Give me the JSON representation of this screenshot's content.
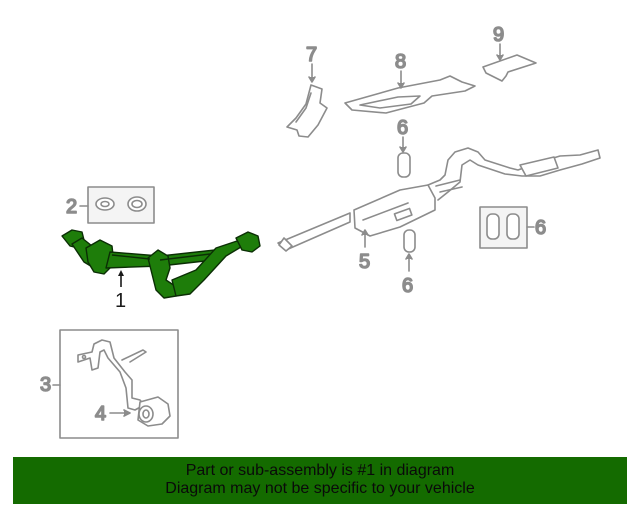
{
  "diagram": {
    "callouts": [
      {
        "id": "1",
        "label": "1",
        "highlighted": true
      },
      {
        "id": "2",
        "label": "2"
      },
      {
        "id": "3",
        "label": "3"
      },
      {
        "id": "4",
        "label": "4"
      },
      {
        "id": "5",
        "label": "5"
      },
      {
        "id": "6a",
        "label": "6"
      },
      {
        "id": "6b",
        "label": "6"
      },
      {
        "id": "6c",
        "label": "6"
      },
      {
        "id": "7",
        "label": "7"
      },
      {
        "id": "8",
        "label": "8"
      },
      {
        "id": "9",
        "label": "9"
      }
    ],
    "colors": {
      "highlight_part": "#1e7d0a",
      "highlight_outline": "#0b2e05",
      "line_gray": "#8c8c8c",
      "box_fill": "#f4f4f4"
    }
  },
  "banner": {
    "line1": "Part or sub-assembly is #1 in diagram",
    "line2": "Diagram may not be specific to your vehicle",
    "background": "#146b00"
  }
}
